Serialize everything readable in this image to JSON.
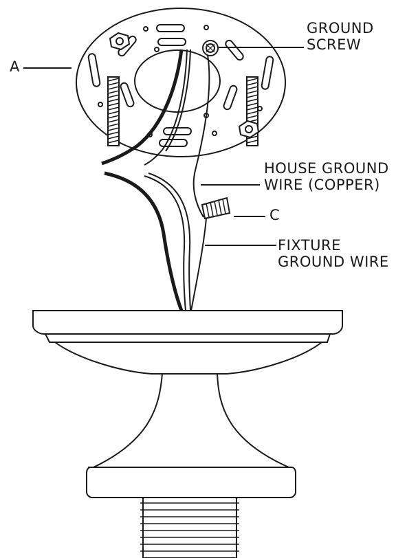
{
  "labels": {
    "a": "A",
    "ground_screw": [
      "GROUND",
      "SCREW"
    ],
    "house_ground_wire": [
      "HOUSE GROUND",
      "WIRE (COPPER)"
    ],
    "c": "C",
    "fixture_ground_wire": [
      "FIXTURE",
      "GROUND WIRE"
    ]
  },
  "colors": {
    "line": "#1a1a1a",
    "fill": "#ffffff",
    "fixture_base": "#ffffff"
  },
  "icons": {
    "mounting_plate": "mounting-plate-icon",
    "ground_screw": "ground-screw-icon",
    "wire_nut": "wire-nut-icon",
    "canopy": "fixture-canopy-icon",
    "threaded_pipe": "threaded-pipe-icon"
  }
}
